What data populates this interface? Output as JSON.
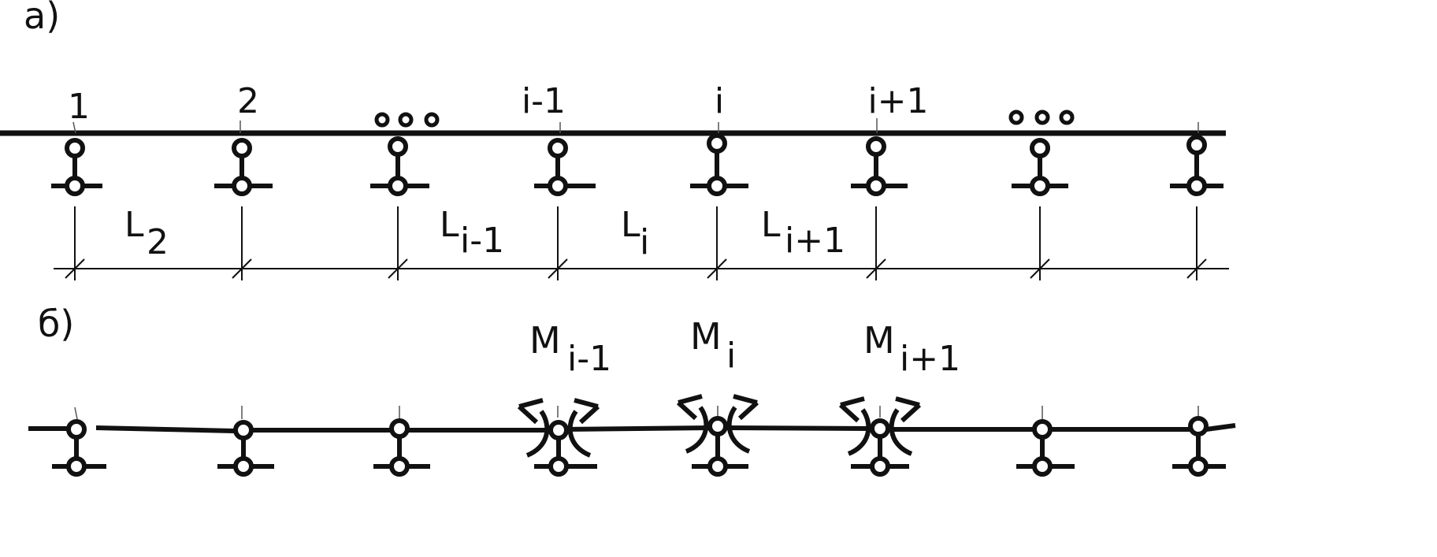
{
  "part_a": {
    "label": "а)",
    "support_labels": [
      "1",
      "2",
      "i-1",
      "i",
      "i+1"
    ],
    "span_labels": [
      {
        "main": "L",
        "sub": "2"
      },
      {
        "main": "L",
        "sub": "i-1"
      },
      {
        "main": "L",
        "sub": "i"
      },
      {
        "main": "L",
        "sub": "i+1"
      }
    ]
  },
  "part_b": {
    "label": "б)",
    "moment_labels": [
      {
        "main": "M",
        "sub": "i-1"
      },
      {
        "main": "M",
        "sub": "i"
      },
      {
        "main": "M",
        "sub": "i+1"
      }
    ]
  },
  "colors": {
    "ink": "#111111",
    "thin": "#555555"
  }
}
